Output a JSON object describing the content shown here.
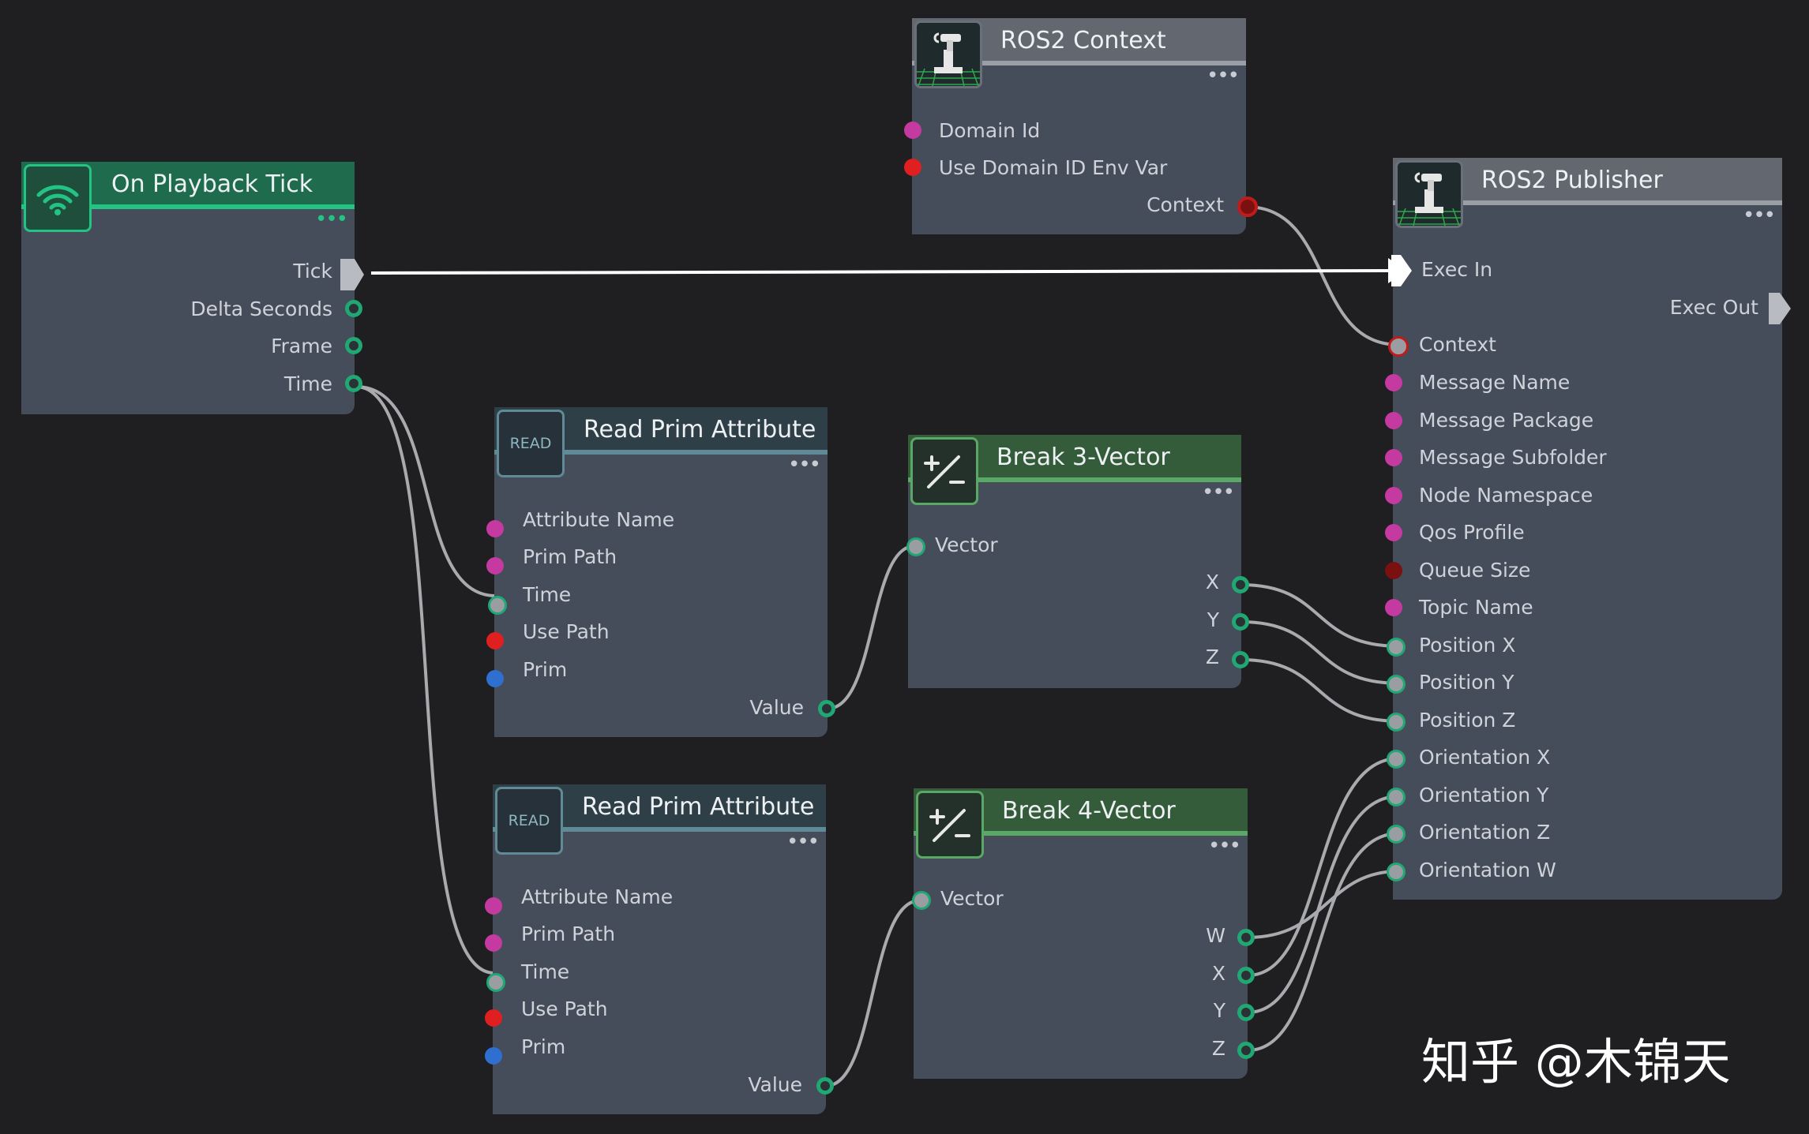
{
  "colors": {
    "background": "#1f1f21",
    "node_body": "#454c5a",
    "event_header": "#1e6b4e",
    "event_accent": "#22c383",
    "ros_header": "#636770",
    "ros_accent": "#9a9ea5",
    "read_header": "#2f3f48",
    "read_accent": "#5f8a96",
    "math_header": "#355c3a",
    "math_accent": "#5aa865",
    "pin_string": "#c43aa0",
    "pin_bool": "#e02020",
    "pin_prim": "#2f6fd0",
    "pin_any": "#9a9ea3",
    "pin_numeric": "#1fa874",
    "pin_queue": "#7a1010",
    "wire": "#a9aaae",
    "exec_wire": "#ffffff"
  },
  "nodes": {
    "on_playback_tick": {
      "title": "On Playback Tick",
      "icon": "wifi-signal-icon",
      "outputs": [
        "Tick",
        "Delta Seconds",
        "Frame",
        "Time"
      ]
    },
    "ros2_context": {
      "title": "ROS2 Context",
      "icon": "robot-arm-icon",
      "inputs": [
        "Domain Id",
        "Use Domain ID Env Var"
      ],
      "outputs": [
        "Context"
      ]
    },
    "ros2_publisher": {
      "title": "ROS2 Publisher",
      "icon": "robot-arm-icon",
      "exec_in": "Exec In",
      "exec_out": "Exec Out",
      "inputs": [
        "Context",
        "Message Name",
        "Message Package",
        "Message Subfolder",
        "Node Namespace",
        "Qos Profile",
        "Queue Size",
        "Topic Name",
        "Position X",
        "Position Y",
        "Position Z",
        "Orientation X",
        "Orientation Y",
        "Orientation Z",
        "Orientation W"
      ]
    },
    "read_prim_1": {
      "title": "Read Prim Attribute",
      "icon_text": "READ",
      "inputs": [
        "Attribute Name",
        "Prim Path",
        "Time",
        "Use Path",
        "Prim"
      ],
      "outputs": [
        "Value"
      ]
    },
    "read_prim_2": {
      "title": "Read Prim Attribute",
      "icon_text": "READ",
      "inputs": [
        "Attribute Name",
        "Prim Path",
        "Time",
        "Use Path",
        "Prim"
      ],
      "outputs": [
        "Value"
      ]
    },
    "break3": {
      "title": "Break 3-Vector",
      "icon": "plus-minus-icon",
      "inputs": [
        "Vector"
      ],
      "outputs": [
        "X",
        "Y",
        "Z"
      ]
    },
    "break4": {
      "title": "Break 4-Vector",
      "icon": "plus-minus-icon",
      "inputs": [
        "Vector"
      ],
      "outputs": [
        "W",
        "X",
        "Y",
        "Z"
      ]
    }
  },
  "watermark": "知乎 @木锦天"
}
